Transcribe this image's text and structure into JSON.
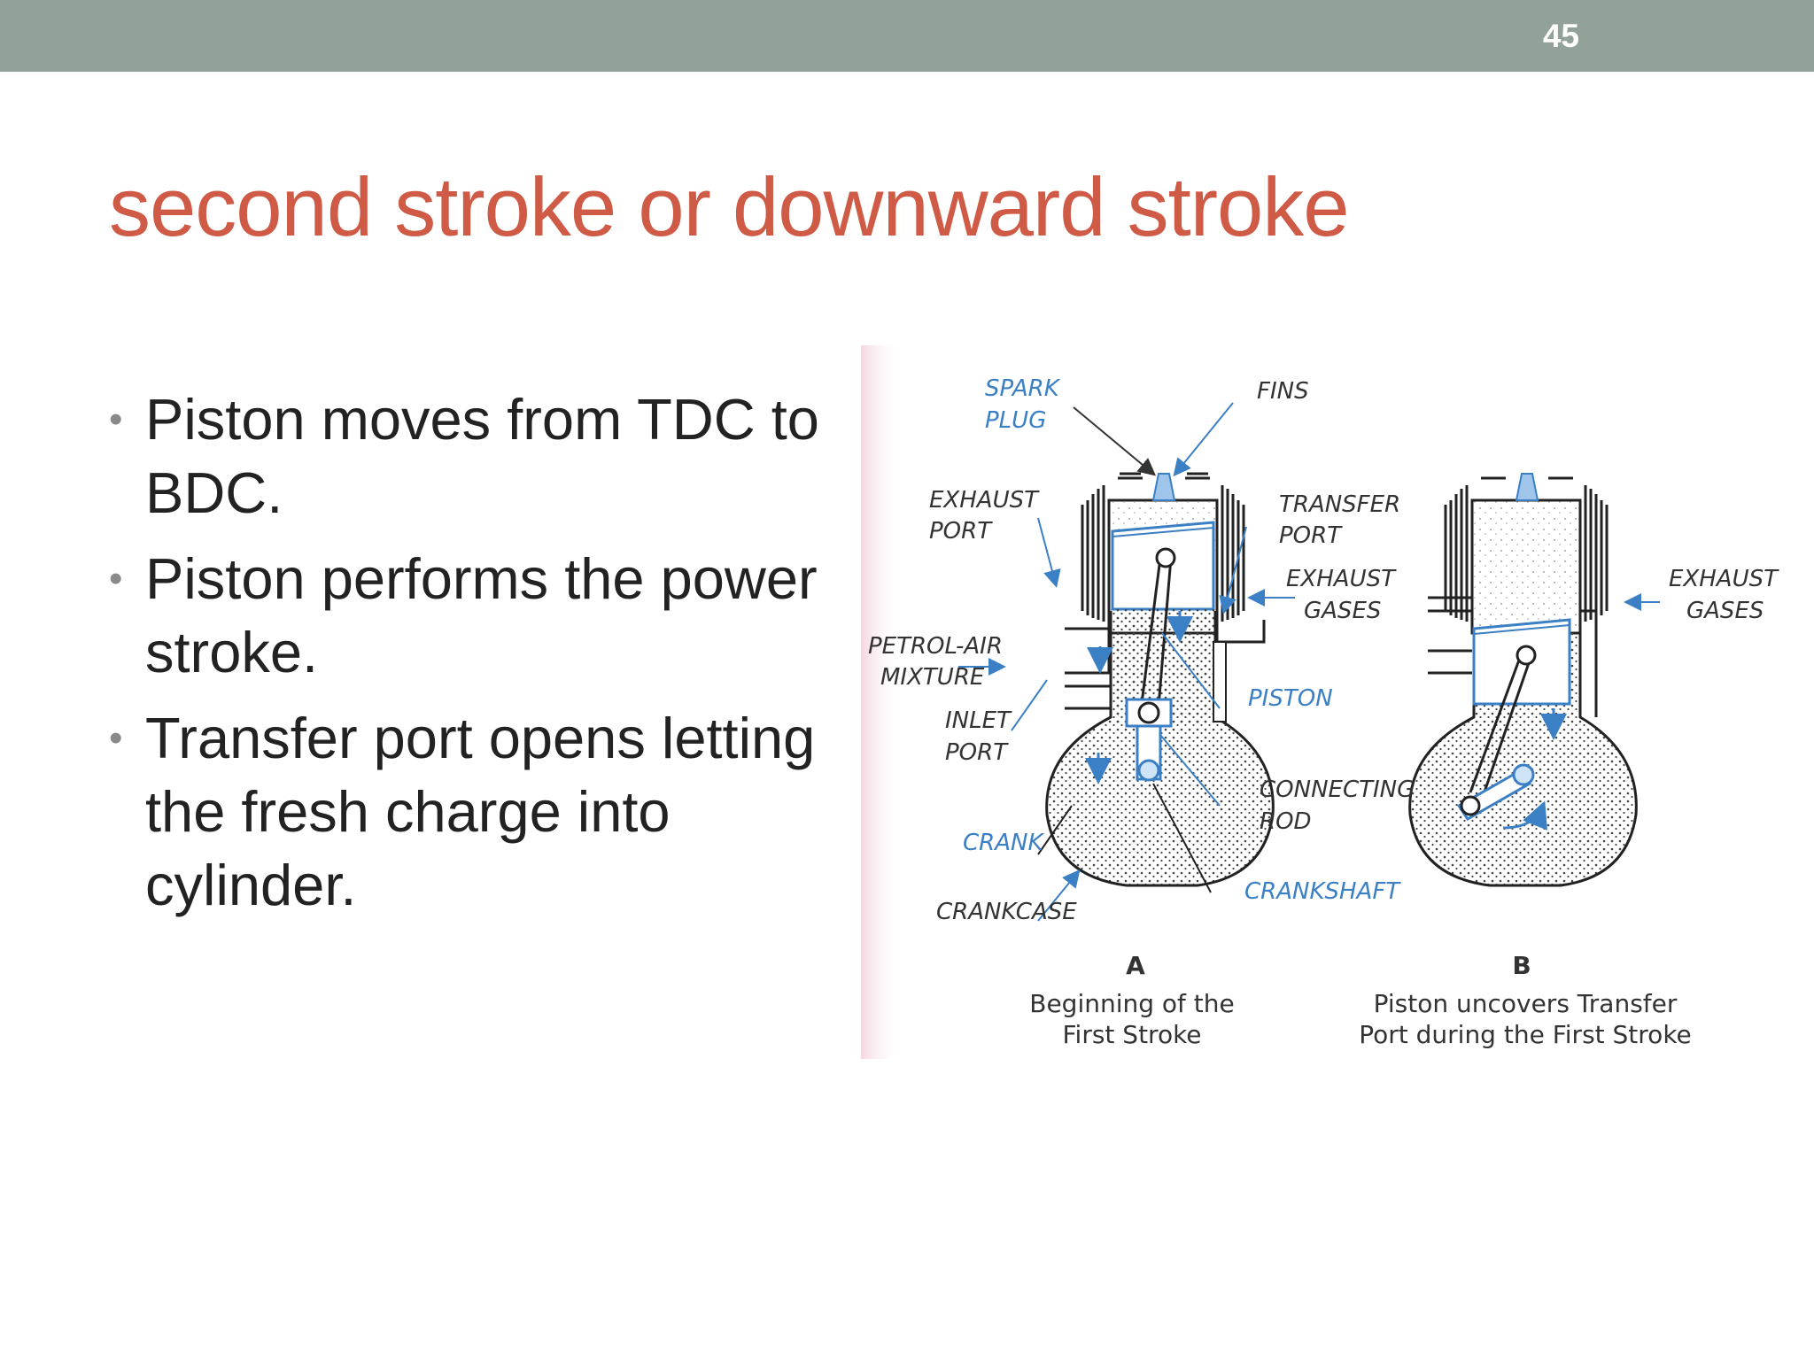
{
  "slide": {
    "number": "45",
    "title": "second stroke or downward stroke"
  },
  "bullets": [
    {
      "text": "Piston moves from TDC to BDC."
    },
    {
      "text": "Piston performs the power stroke."
    },
    {
      "text": "Transfer port opens letting the fresh charge into cylinder."
    }
  ],
  "figure": {
    "labels": {
      "spark_plug_1": "SPARK",
      "spark_plug_2": "PLUG",
      "fins": "FINS",
      "exhaust_port_1": "EXHAUST",
      "exhaust_port_2": "PORT",
      "transfer_port_1": "TRANSFER",
      "transfer_port_2": "PORT",
      "exhaust_gases_a_1": "EXHAUST",
      "exhaust_gases_a_2": "GASES",
      "petrol_air_1": "PETROL-AIR",
      "petrol_air_2": "MIXTURE",
      "piston": "PISTON",
      "inlet_port_1": "INLET",
      "inlet_port_2": "PORT",
      "connecting_rod_1": "CONNECTING",
      "connecting_rod_2": "ROD",
      "crank": "CRANK",
      "crankcase": "CRANKCASE",
      "crankshaft": "CRANKSHAFT",
      "exhaust_gases_b_1": "EXHAUST",
      "exhaust_gases_b_2": "GASES"
    },
    "captions": {
      "a_letter": "A",
      "a_line1": "Beginning of the",
      "a_line2": "First Stroke",
      "b_letter": "B",
      "b_line1": "Piston uncovers Transfer",
      "b_line2": "Port during the First Stroke"
    }
  },
  "colors": {
    "top_bar": "#93a298",
    "title": "#cf5a45",
    "bullet_text": "#222222",
    "diagram_blue": "#3b7fc4"
  }
}
